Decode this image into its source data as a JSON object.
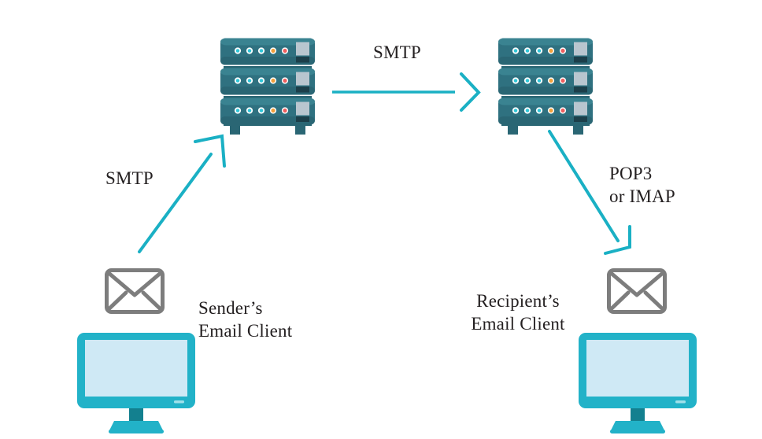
{
  "diagram": {
    "title": "Email delivery protocol flow",
    "background_color": "#ffffff"
  },
  "palette": {
    "server_body": "#2f7180",
    "server_body_dark": "#245b68",
    "server_top_highlight": "#3f8593",
    "server_panel": "#b9c6cf",
    "server_panel_dark": "#1c3f4a",
    "led_cyan": "#2fc6d8",
    "led_orange": "#f2a03c",
    "led_red": "#ef5f5f",
    "arrow_teal": "#1ab0c4",
    "monitor_bezel": "#22b2c8",
    "monitor_screen": "#cfe9f5",
    "monitor_stand_dark": "#13808f",
    "envelope_gray": "#7d7d7d",
    "text": "#231f20"
  },
  "labels": {
    "smtp_top": "SMTP",
    "smtp_left": "SMTP",
    "pop3_imap": "POP3\nor IMAP",
    "sender": "Sender’s\nEmail Client",
    "recipient": "Recipient’s\nEmail Client"
  },
  "nodes": [
    {
      "id": "sender-client",
      "name": "Sender's Email Client",
      "icons": [
        "envelope-icon",
        "monitor-icon"
      ],
      "label": "Sender’s Email Client"
    },
    {
      "id": "sender-mail-server",
      "name": "Sender Mail Server",
      "icons": [
        "server-rack-icon"
      ],
      "units": 3,
      "leds_per_unit": [
        "cyan",
        "cyan",
        "cyan",
        "orange",
        "red"
      ]
    },
    {
      "id": "recipient-mail-server",
      "name": "Recipient Mail Server",
      "icons": [
        "server-rack-icon"
      ],
      "units": 3,
      "leds_per_unit": [
        "cyan",
        "cyan",
        "cyan",
        "orange",
        "red"
      ]
    },
    {
      "id": "recipient-client",
      "name": "Recipient's Email Client",
      "icons": [
        "envelope-icon",
        "monitor-icon"
      ],
      "label": "Recipient’s Email Client"
    }
  ],
  "connections": [
    {
      "id": "client-to-server",
      "from": "sender-client",
      "to": "sender-mail-server",
      "protocol": "SMTP",
      "direction": "up-right"
    },
    {
      "id": "server-to-server",
      "from": "sender-mail-server",
      "to": "recipient-mail-server",
      "protocol": "SMTP",
      "direction": "right"
    },
    {
      "id": "server-to-client",
      "from": "recipient-mail-server",
      "to": "recipient-client",
      "protocol": "POP3 or IMAP",
      "direction": "down-right"
    }
  ]
}
